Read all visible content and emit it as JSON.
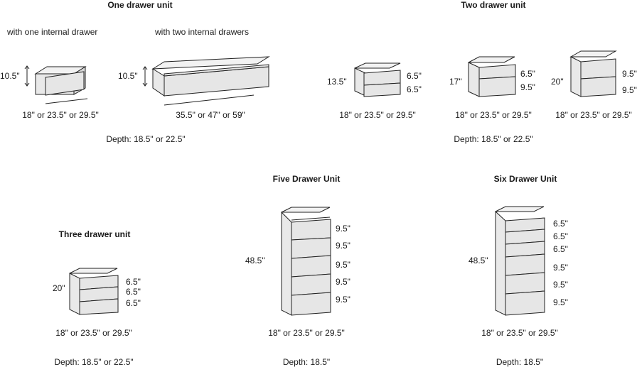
{
  "one": {
    "title": "One drawer unit",
    "sub_one": "with one internal drawer",
    "sub_two": "with two internal drawers",
    "h1": "10.5\"",
    "w1": "18\" or 23.5\" or 29.5\"",
    "h2": "10.5\"",
    "w2": "35.5\" or 47\" or 59\"",
    "depth": "Depth: 18.5\" or 22.5\""
  },
  "two": {
    "title": "Two drawer unit",
    "a_h": "13.5\"",
    "a_d1": "6.5\"",
    "a_d2": "6.5\"",
    "a_w": "18\" or 23.5\" or 29.5\"",
    "b_h": "17\"",
    "b_d1": "6.5\"",
    "b_d2": "9.5\"",
    "b_w": "18\" or 23.5\" or 29.5\"",
    "c_h": "20\"",
    "c_d1": "9.5\"",
    "c_d2": "9.5\"",
    "c_w": "18\" or 23.5\" or 29.5\"",
    "depth": "Depth: 18.5\" or 22.5\""
  },
  "three": {
    "title": "Three drawer unit",
    "h": "20\"",
    "d1": "6.5\"",
    "d2": "6.5\"",
    "d3": "6.5\"",
    "w": "18\" or 23.5\" or 29.5\"",
    "depth": "Depth: 18.5\" or 22.5\""
  },
  "five": {
    "title": "Five Drawer Unit",
    "h": "48.5\"",
    "drawers": [
      "9.5\"",
      "9.5\"",
      "9.5\"",
      "9.5\"",
      "9.5\""
    ],
    "w": "18\" or 23.5\" or 29.5\"",
    "depth": "Depth: 18.5\""
  },
  "six": {
    "title": "Six Drawer Unit",
    "h": "48.5\"",
    "drawers": [
      "6.5\"",
      "6.5\"",
      "6.5\"",
      "9.5\"",
      "9.5\"",
      "9.5\""
    ],
    "w": "18\" or 23.5\" or 29.5\"",
    "depth": "Depth: 18.5\""
  }
}
